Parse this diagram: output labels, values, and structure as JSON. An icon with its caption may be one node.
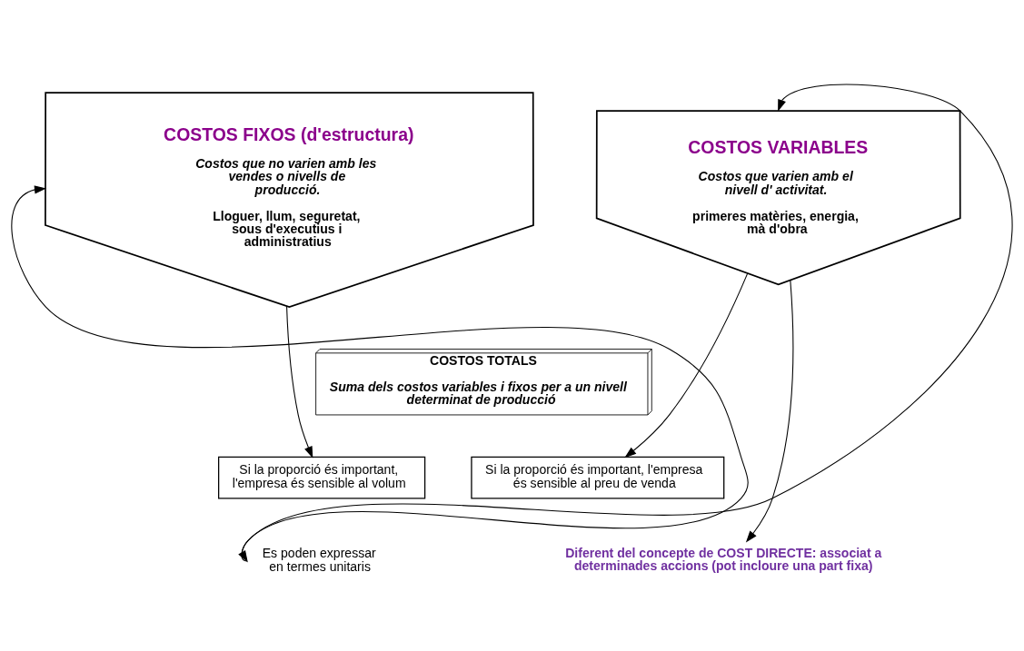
{
  "diagram": {
    "nodes": [
      {
        "text": [
          "COSTOS FIXOS (d'estructura)",
          "Costos que no varien amb les vendes o nivells de producció.",
          "Lloguer, llum, seguretat, sous d'executius i administratius"
        ]
      },
      {
        "text": [
          "COSTOS VARIABLES",
          "Costos que varien amb el nivell d' activitat.",
          "primeres matèries, energia, mà d'obra"
        ]
      },
      {
        "text": [
          "COSTOS TOTALS",
          "Suma dels costos variables i fixos per a un nivell determinat de producció"
        ]
      },
      {
        "text": [
          "Si la proporció és important, l'empresa és sensible al volum"
        ]
      },
      {
        "text": [
          "Si la proporció és important, l'empresa és sensible al preu de venda"
        ]
      },
      {
        "text": [
          "Es poden expressar en termes unitaris"
        ]
      },
      {
        "text": [
          "Diferent del concepte de COST DIRECTE: associat a determinades accions (pot incloure una part fixa)"
        ]
      }
    ],
    "edges": [
      {
        "from": 5,
        "to": 0,
        "arrow": "both"
      },
      {
        "from": 5,
        "to": 1,
        "arrow": "to"
      },
      {
        "from": 0,
        "to": 3,
        "arrow": "to"
      },
      {
        "from": 1,
        "to": 4,
        "arrow": "to"
      },
      {
        "from": 1,
        "to": 6,
        "arrow": "to"
      }
    ]
  }
}
